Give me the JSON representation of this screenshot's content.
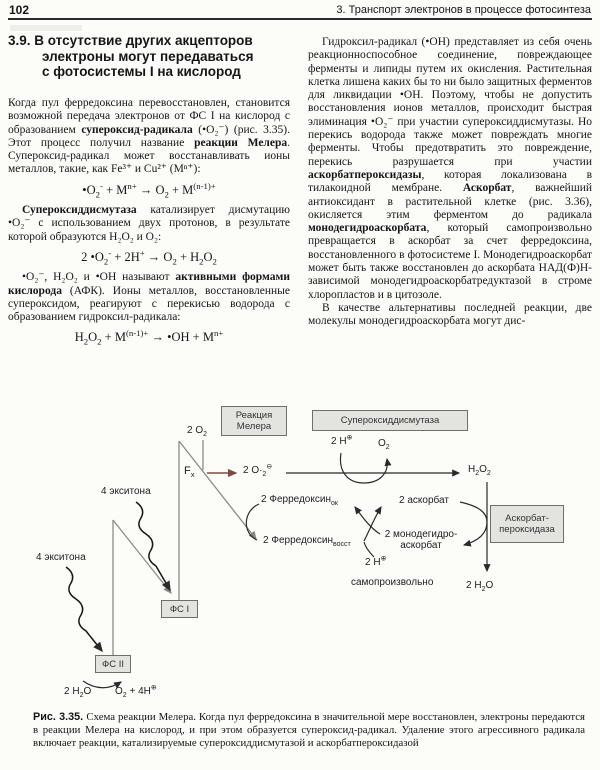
{
  "colors": {
    "box_fill": "#e3e3df",
    "box_border": "#6e6e6a",
    "mehler_arrow": "#7e4b44",
    "line_gray": "#8a8a8a",
    "line_dark": "#2a2a2a"
  },
  "page": {
    "number": "102",
    "running_title": "3. Транспорт электронов в процессе фотосинтеза"
  },
  "section": {
    "heading1": "3.9. В отсутствие других акцепторов",
    "heading2": "электроны могут передаваться",
    "heading3": "с фотосистемы I на кислород"
  },
  "left_column": {
    "para1": [
      {
        "t": "Когда пул ферредоксина перевосстановлен, становится возможной передача электронов от ФС I на кислород с образованием "
      },
      {
        "t": "супероксид-радикала",
        "b": 1
      },
      {
        "t": " (•O₂⁻) (рис. 3.35). Этот процесс получил название "
      },
      {
        "t": "реакции Мелера",
        "b": 1
      },
      {
        "t": ". Супероксид-радикал может восстанавливать ионы металлов, такие, как Fe³⁺ и Cu²⁺ (Mⁿ⁺):"
      }
    ],
    "eq1": [
      {
        "t": "•O"
      },
      {
        "t": "2",
        "v": "sub"
      },
      {
        "t": "-",
        "v": "sup"
      },
      {
        "t": " + M"
      },
      {
        "t": "n+",
        "v": "sup"
      },
      {
        "t": " → O"
      },
      {
        "t": "2",
        "v": "sub"
      },
      {
        "t": " + M"
      },
      {
        "t": "(n-1)+",
        "v": "sup"
      }
    ],
    "para2": [
      {
        "t": "Супероксиддисмутаза",
        "b": 1
      },
      {
        "t": " катализирует дисмутацию •O₂⁻ с использованием двух протонов, в результате которой образуются H₂O₂ и O₂:"
      }
    ],
    "eq2": [
      {
        "t": "2 •O"
      },
      {
        "t": "2",
        "v": "sub"
      },
      {
        "t": "-",
        "v": "sup"
      },
      {
        "t": " + 2H"
      },
      {
        "t": "+",
        "v": "sup"
      },
      {
        "t": " → O"
      },
      {
        "t": "2",
        "v": "sub"
      },
      {
        "t": " + H"
      },
      {
        "t": "2",
        "v": "sub"
      },
      {
        "t": "O"
      },
      {
        "t": "2",
        "v": "sub"
      }
    ],
    "para3": [
      {
        "t": "•O₂⁻, H₂O₂ и •OH называют "
      },
      {
        "t": "активными формами кислорода",
        "b": 1
      },
      {
        "t": " (АФК). Ионы металлов, восстановленные супероксидом, реагируют с перекисью водорода с образованием гидроксил-радикала:"
      }
    ],
    "eq3": [
      {
        "t": "H"
      },
      {
        "t": "2",
        "v": "sub"
      },
      {
        "t": "O"
      },
      {
        "t": "2",
        "v": "sub"
      },
      {
        "t": " + M"
      },
      {
        "t": "(n-1)+",
        "v": "sup"
      },
      {
        "t": " → •OH + M"
      },
      {
        "t": "n+",
        "v": "sup"
      }
    ]
  },
  "right_column": {
    "para1": [
      {
        "t": "Гидроксил-радикал (•OH) представляет из себя очень реакционноспособное соединение, повреждающее ферменты и липиды путем их окисления. Растительная клетка лишена каких бы то ни было защитных ферментов для ликвидации •OH. Поэтому, чтобы не допустить восстановления ионов металлов, происходит быстрая элиминация •O₂⁻ при участии супероксиддисмутазы. Но перекись водорода также может повреждать многие ферменты. Чтобы предотвратить это повреждение, перекись разрушается при участии "
      },
      {
        "t": "аскорбатпероксидазы",
        "b": 1
      },
      {
        "t": ", которая локализована в тилакоидной мембране. "
      },
      {
        "t": "Аскорбат",
        "b": 1
      },
      {
        "t": ", важнейший антиоксидант в растительной клетке (рис. 3.36), окисляется этим ферментом до радикала "
      },
      {
        "t": "монодегидроаскорбата",
        "b": 1
      },
      {
        "t": ", который самопроизвольно превращается в аскорбат за счет ферредоксина, восстановленного в фотосистеме I. Монодегидроаскорбат может быть также восстановлен до аскорбата НАД(Ф)Н-зависимой монодегидроаскорбатредуктазой в строме хлоропластов и в цитозоле."
      }
    ],
    "para2": [
      {
        "t": "В качестве альтернативы последней реакции, две молекулы монодегидроаскорбата могут дис-"
      }
    ]
  },
  "figure": {
    "boxes": {
      "mehler": "Реакция Мелера",
      "sod": "Супероксиддисмутаза",
      "apx": "Аскорбат-пероксидаза",
      "ps1": "ФС I",
      "ps2": "ФС II"
    },
    "labels": {
      "o2_top": [
        {
          "t": "2 O"
        },
        {
          "t": "2",
          "v": "sub"
        }
      ],
      "fx": [
        {
          "t": "F"
        },
        {
          "t": "x",
          "v": "sub"
        }
      ],
      "superoxide": [
        {
          "t": "2 O·"
        },
        {
          "t": "2",
          "v": "sub"
        },
        {
          "t": "⊖",
          "v": "sup"
        }
      ],
      "h2o2": [
        {
          "t": "H"
        },
        {
          "t": "2",
          "v": "sub"
        },
        {
          "t": "O"
        },
        {
          "t": "2",
          "v": "sub"
        }
      ],
      "sod_h": [
        {
          "t": "2 H"
        },
        {
          "t": "⊕",
          "v": "sup"
        }
      ],
      "sod_o2": [
        {
          "t": "O"
        },
        {
          "t": "2",
          "v": "sub"
        }
      ],
      "fd_ox": [
        {
          "t": "2 Ферредоксин"
        },
        {
          "t": "ок",
          "v": "sub"
        }
      ],
      "fd_red": [
        {
          "t": "2 Ферредоксин"
        },
        {
          "t": "восст",
          "v": "sub"
        }
      ],
      "ascorbate": [
        {
          "t": "2 аскорбат"
        }
      ],
      "mda": [
        {
          "t": "2 монодегидро-"
        },
        {
          "br": 1
        },
        {
          "t": "аскорбат"
        }
      ],
      "h_plus": [
        {
          "t": "2 H"
        },
        {
          "t": "⊕",
          "v": "sup"
        }
      ],
      "spontaneous": [
        {
          "t": "самопроизвольно"
        }
      ],
      "water": [
        {
          "t": "2 H"
        },
        {
          "t": "2",
          "v": "sub"
        },
        {
          "t": "O"
        }
      ],
      "exciton1": "4 экситона",
      "exciton2": "4 экситона",
      "ps2_water": [
        {
          "t": "2 H"
        },
        {
          "t": "2",
          "v": "sub"
        },
        {
          "t": "O"
        }
      ],
      "ps2_o2": [
        {
          "t": "O"
        },
        {
          "t": "2",
          "v": "sub"
        },
        {
          "t": " + 4H"
        },
        {
          "t": "⊕",
          "v": "sup"
        }
      ]
    },
    "caption": [
      {
        "t": "Рис. 3.35. ",
        "b": 1,
        "s": 1
      },
      {
        "t": "Схема реакции Мелера. Когда пул ферредоксина в значительной мере восстановлен, электроны передаются в реакции Мелера на кислород, и при этом образуется супероксид-радикал. Удаление этого агрессивного радикала включает реакции, катализируемые супероксиддисмутазой и аскорбатпероксидазой"
      }
    ]
  }
}
